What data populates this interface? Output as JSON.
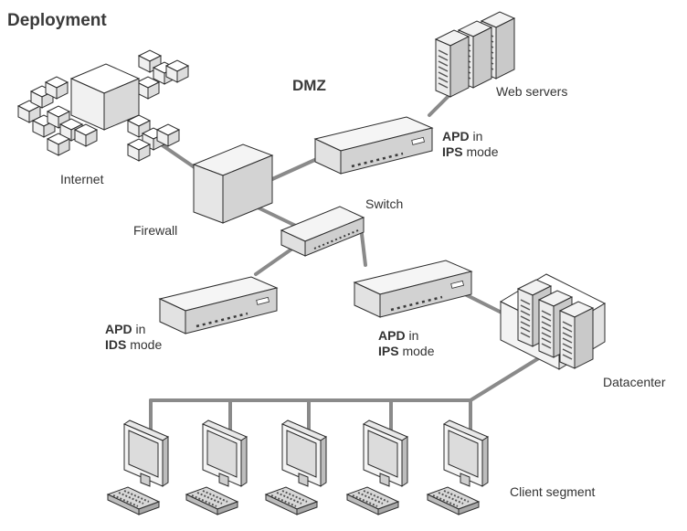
{
  "title": "Deployment",
  "zone_label": "DMZ",
  "labels": {
    "web_servers": "Web servers",
    "internet": "Internet",
    "firewall": "Firewall",
    "switch": "Switch",
    "datacenter": "Datacenter",
    "client_segment": "Client segment"
  },
  "apd_dmz": {
    "name": "APD",
    "in": "in",
    "mode_type": "IPS",
    "mode": "mode"
  },
  "apd_ids": {
    "name": "APD",
    "in": "in",
    "mode_type": "IDS",
    "mode": "mode"
  },
  "apd_ips": {
    "name": "APD",
    "in": "in",
    "mode_type": "IPS",
    "mode": "mode"
  },
  "colors": {
    "line": "#8a8a8a",
    "device_face": "#f4f4f4",
    "device_shade": "#d6d6d6",
    "outline": "#2b2b2b"
  }
}
